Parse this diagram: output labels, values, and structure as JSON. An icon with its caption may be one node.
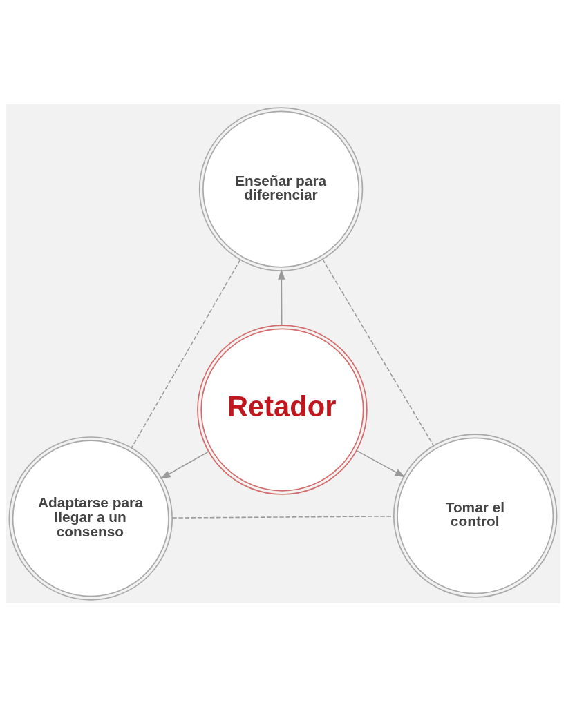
{
  "diagram": {
    "nodes": [
      {
        "text": [
          "Enseñar para diferenciar"
        ]
      },
      {
        "text": [
          "Retador"
        ]
      },
      {
        "text": [
          "Adaptarse para llegar a un consenso"
        ]
      },
      {
        "text": [
          "Tomar el control"
        ]
      }
    ],
    "edges": [
      {
        "from": 1,
        "to": 0,
        "arrow": "to"
      },
      {
        "from": 1,
        "to": 2,
        "arrow": "to"
      },
      {
        "from": 1,
        "to": 3,
        "arrow": "to"
      },
      {
        "from": 0,
        "to": 2,
        "arrow": "none",
        "style": "dashed"
      },
      {
        "from": 0,
        "to": 3,
        "arrow": "none",
        "style": "dashed"
      },
      {
        "from": 2,
        "to": 3,
        "arrow": "none",
        "style": "dashed"
      }
    ]
  }
}
